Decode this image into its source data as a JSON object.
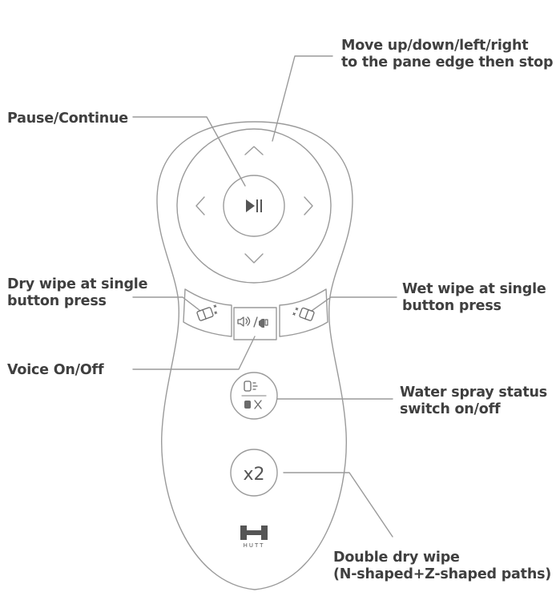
{
  "labels": {
    "move": {
      "line1": "Move up/down/left/right",
      "line2": "to the pane edge then stop"
    },
    "pause": "Pause/Continue",
    "dry_wipe": {
      "line1": "Dry wipe at single",
      "line2": "button press"
    },
    "wet_wipe": {
      "line1": "Wet wipe at single",
      "line2": "button press"
    },
    "voice": "Voice On/Off",
    "water_spray": {
      "line1": "Water spray status",
      "line2": "switch on/off"
    },
    "double_dry": {
      "line1": "Double dry wipe",
      "line2": "(N-shaped+Z-shaped paths)"
    }
  },
  "remote": {
    "play_pause_symbol": "▶II",
    "double_button_text": "x2",
    "brand": "HUTT"
  },
  "icons": {
    "up": "chevron-up-icon",
    "down": "chevron-down-icon",
    "left": "chevron-left-icon",
    "right": "chevron-right-icon",
    "play_pause": "play-pause-icon",
    "dry_wipe": "dry-wipe-icon",
    "voice": "voice-toggle-icon",
    "wet_wipe": "wet-wipe-icon",
    "water_spray": "water-spray-icon",
    "logo": "hutt-logo-icon"
  },
  "colors": {
    "outline": "#9a9a9a",
    "text": "#3f3f3f",
    "background": "#ffffff"
  }
}
